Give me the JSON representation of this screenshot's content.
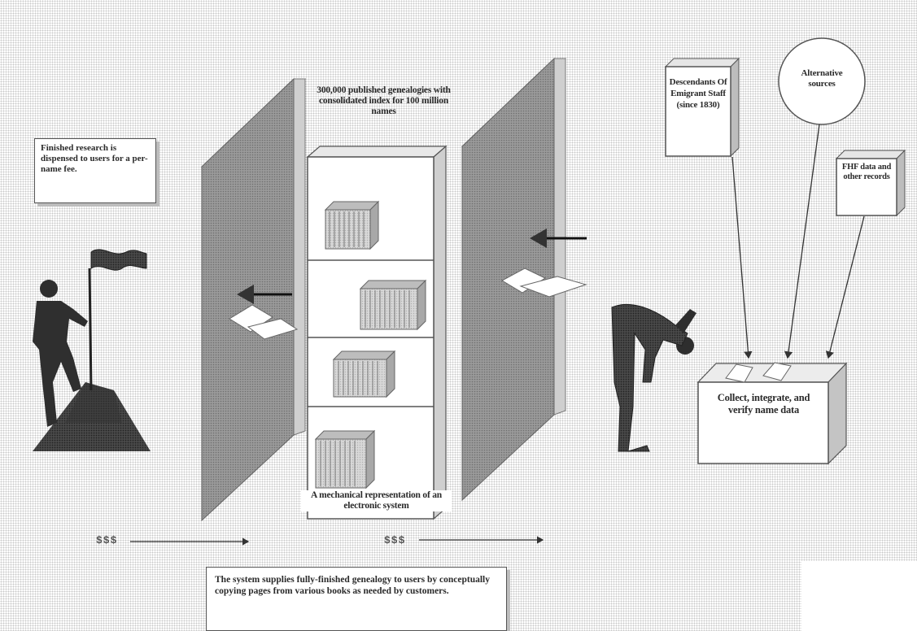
{
  "labels": {
    "finished_research": "Finished research is dispensed to users for a per-name fee.",
    "published_genealogies": "300,000 published genealogies with consolidated index for 100 million names",
    "mechanical_representation": "A mechanical representation of an electronic system",
    "descendants_of_emigrant": "Descendants Of Emigrant Staff (since 1830)",
    "alternative_sources": "Alternative sources",
    "fhf_data": "FHF data and other records",
    "collect_data": "Collect, integrate, and verify name data",
    "money_left": "$$$",
    "money_right": "$$$",
    "system_caption": "The system supplies fully-finished genealogy to users by conceptually copying pages from various books as needed by customers."
  },
  "colors": {
    "panel_fill": "#8e8e8e",
    "panel_edge": "#c8c8c8",
    "figure_fill": "#3a3a3a",
    "line": "#333333"
  }
}
